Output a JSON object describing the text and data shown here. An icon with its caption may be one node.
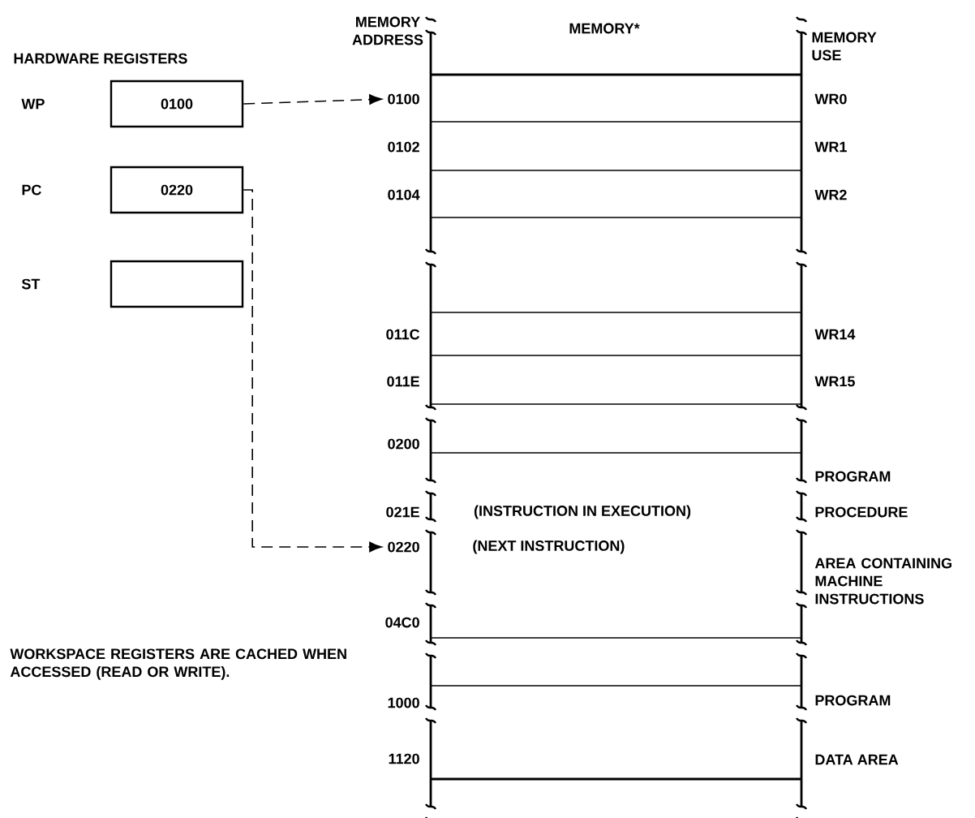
{
  "diagram": {
    "nodes": [
      {
        "text": [
          "0100"
        ]
      },
      {
        "text": [
          "0220"
        ]
      },
      {
        "text": [],
        "shape": "box"
      },
      {
        "text": [
          "0100"
        ]
      },
      {
        "text": [
          "0220"
        ]
      }
    ],
    "edges": [
      {
        "from": 0,
        "to": 3,
        "arrow": "to",
        "style": "dashed"
      },
      {
        "from": 1,
        "to": 4,
        "arrow": "to",
        "style": "dashed"
      }
    ],
    "labels": [
      "WP",
      "PC",
      "ST",
      "HARDWARE REGISTERS",
      "MEMORY ADDRESS",
      "MEMORY*",
      "MEMORY USE",
      "0102",
      "0104",
      "011C",
      "011E",
      "0200",
      "021E",
      "04C0",
      "1000",
      "1120",
      "WR0",
      "WR1",
      "WR2",
      "WR14",
      "WR15",
      "PROGRAM",
      "PROCEDURE",
      "AREA CONTAINING MACHINE INSTRUCTIONS",
      "PROGRAM",
      "DATA AREA",
      "(INSTRUCTION IN EXECUTION)",
      "(NEXT INSTRUCTION)",
      "WORKSPACE REGISTERS ARE CACHED WHEN ACCESSED (READ OR WRITE)."
    ]
  }
}
